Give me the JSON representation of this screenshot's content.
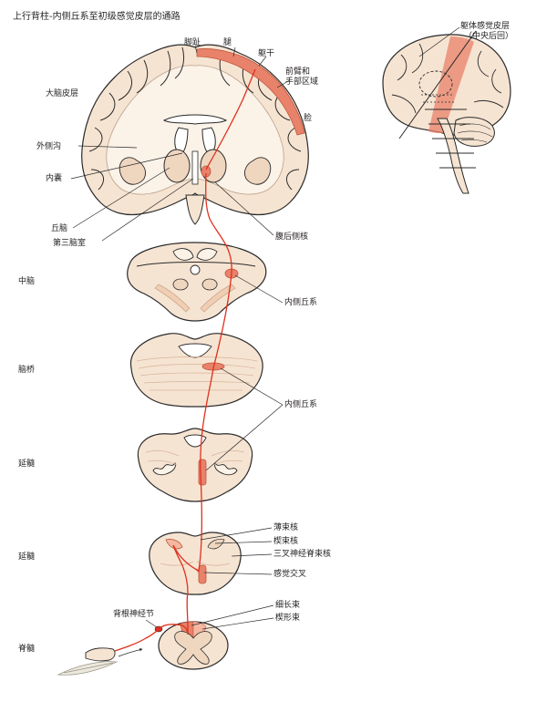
{
  "title": "上行背柱-内侧丘系至初级感觉皮层的通路",
  "colors": {
    "tissue": "#f6e4d2",
    "tissue_dark": "#e9c9ae",
    "outline": "#2b2b2b",
    "pathway": "#e0301e",
    "highlight": "#e8826a",
    "highlight_light": "#f4b8a2",
    "white_matter": "#fbf2e8"
  },
  "labels": {
    "toes": "脚趾",
    "leg": "腿",
    "trunk": "躯干",
    "forearm_hand_1": "前臂和",
    "forearm_hand_2": "手部区域",
    "face": "脸",
    "cortex": "大脑皮层",
    "lateral_sulcus": "外侧沟",
    "internal_capsule": "内囊",
    "thalamus": "丘脑",
    "third_ventricle": "第三脑室",
    "vpl_nucleus": "腹后侧核",
    "somatosensory_cortex_1": "躯体感觉皮层",
    "somatosensory_cortex_2": "（中央后回）",
    "midbrain": "中脑",
    "medial_lemniscus_1": "内侧丘系",
    "pons": "脑桥",
    "medial_lemniscus_2": "内侧丘系",
    "medulla_1": "延髓",
    "medulla_2": "延髓",
    "gracile_nucleus": "薄束核",
    "cuneate_nucleus": "楔束核",
    "spinal_trigeminal_nucleus": "三叉神经脊束核",
    "sensory_decussation": "感觉交叉",
    "dorsal_root_ganglion": "背根神经节",
    "spinal_cord": "脊髓",
    "fasciculus_gracilis": "细长束",
    "fasciculus_cuneatus": "楔形束"
  }
}
